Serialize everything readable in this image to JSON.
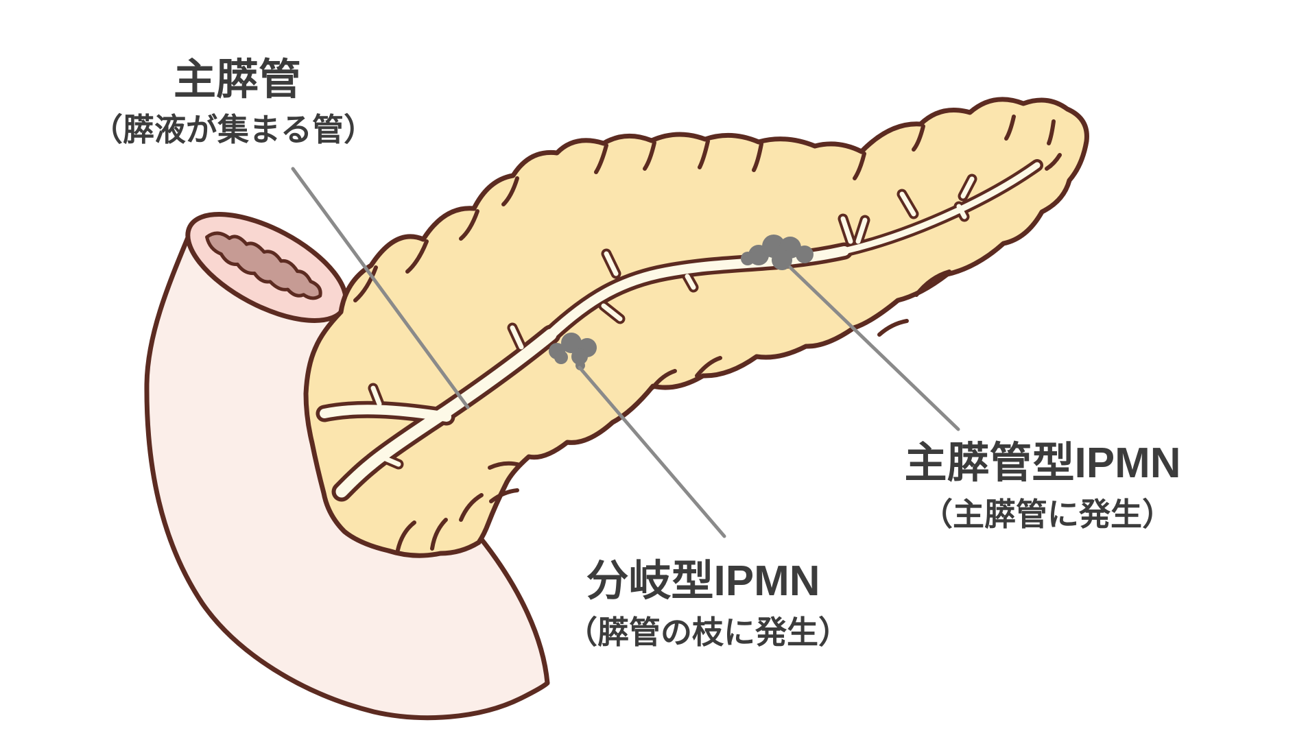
{
  "illustration": {
    "labels": {
      "main_duct": {
        "title": "主膵管",
        "subtitle": "（膵液が集まる管）"
      },
      "main_duct_ipmn": {
        "title": "主膵管型IPMN",
        "subtitle": "（主膵管に発生）"
      },
      "branch_ipmn": {
        "title": "分岐型IPMN",
        "subtitle": "（膵管の枝に発生）"
      }
    },
    "colors": {
      "pancreas_fill": "#FBE5AE",
      "duct_fill": "#FDF9E7",
      "outline_brown": "#5C2B21",
      "duodenum_fill": "#FBEEE9",
      "duodenum_cut_face": "#F9D7D1",
      "duodenum_lumen": "#C69B94",
      "ipmn_blob_gray": "#7B7B7B",
      "leader_line_gray": "#8A8A8A",
      "text_color": "#3C3C3C",
      "background": "#FFFFFF"
    }
  }
}
